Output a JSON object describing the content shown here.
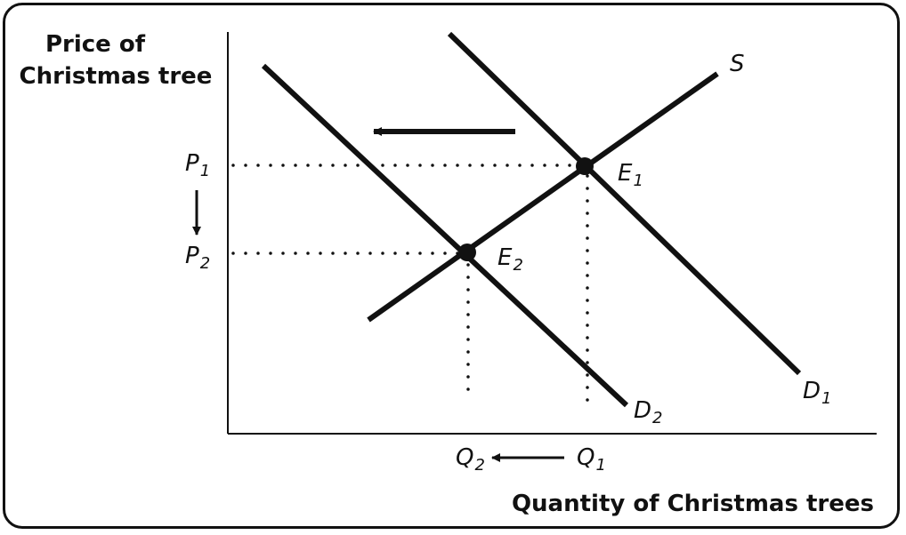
{
  "axes": {
    "y_label_line1": "Price of",
    "y_label_line2": "Christmas tree",
    "x_label": "Quantity of Christmas trees"
  },
  "curves": {
    "supply": {
      "name": "S"
    },
    "demand_1": {
      "name": "D",
      "sub": "1"
    },
    "demand_2": {
      "name": "D",
      "sub": "2"
    }
  },
  "points": {
    "e1": {
      "name": "E",
      "sub": "1"
    },
    "e2": {
      "name": "E",
      "sub": "2"
    }
  },
  "prices": {
    "p1": {
      "name": "P",
      "sub": "1"
    },
    "p2": {
      "name": "P",
      "sub": "2"
    }
  },
  "quantities": {
    "q1": {
      "name": "Q",
      "sub": "1"
    },
    "q2": {
      "name": "Q",
      "sub": "2"
    }
  },
  "colors": {
    "ink": "#111111",
    "background": "#ffffff"
  }
}
